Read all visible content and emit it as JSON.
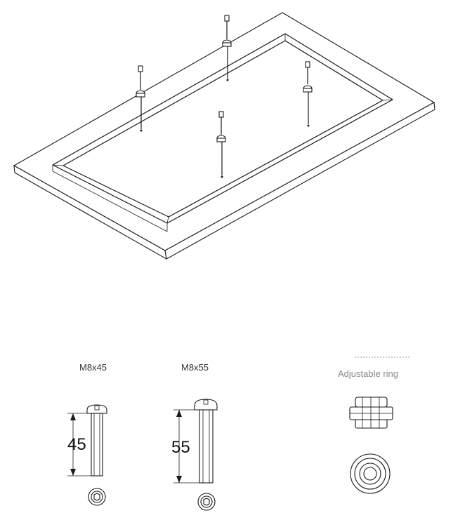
{
  "labels": {
    "screw_a": "M8x45",
    "screw_b": "M8x55",
    "ring": "Adjustable ring"
  },
  "dimensions": {
    "screw_a_length": "45",
    "screw_b_length": "55"
  }
}
